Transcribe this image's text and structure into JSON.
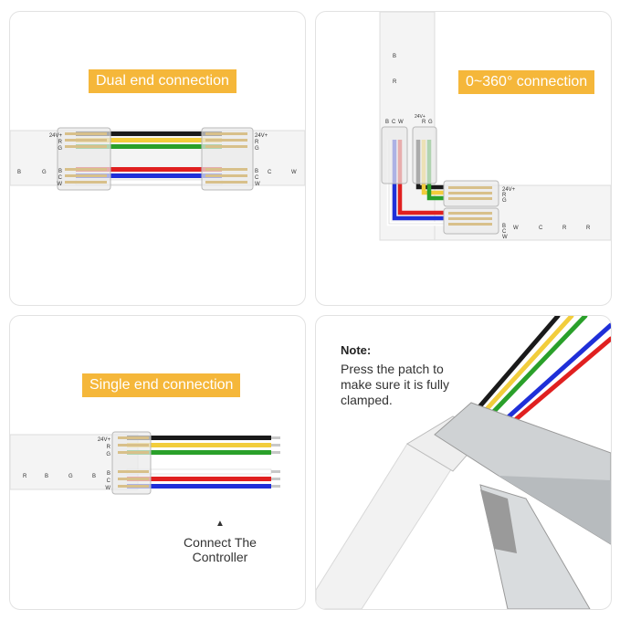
{
  "panels": {
    "dual": {
      "title": "Dual end connection",
      "pins_top": [
        "24V+",
        "R",
        "G"
      ],
      "pins_bottom": [
        "B",
        "C",
        "W"
      ],
      "strip_marks": [
        "B",
        "G",
        "C",
        "W"
      ]
    },
    "angle": {
      "title": "0~360° connection",
      "pins_top": [
        "24V+",
        "R",
        "G"
      ],
      "pins_bottom": [
        "B",
        "C",
        "W"
      ],
      "vertical_pins_left": [
        "B",
        "C",
        "W"
      ],
      "vertical_pins_right": [
        "24V+",
        "R",
        "G"
      ],
      "strip_marks": [
        "B",
        "W",
        "C",
        "R"
      ]
    },
    "single": {
      "title": "Single end connection",
      "pins_top": [
        "24V+",
        "R",
        "G"
      ],
      "pins_bottom": [
        "B",
        "C",
        "W"
      ],
      "strip_marks": [
        "R",
        "B",
        "G"
      ],
      "caption_arrow": "▲",
      "caption": "Connect The Controller"
    },
    "note": {
      "title": "Note:",
      "body": "Press the patch to make sure it is fully clamped."
    }
  },
  "colors": {
    "label_bg": "#f5b73a",
    "wire_black": "#1a1a1a",
    "wire_red": "#e02020",
    "wire_green": "#2aa02a",
    "wire_yellow": "#f2cd3c",
    "wire_blue": "#1f2fd8",
    "wire_white": "#ffffff"
  }
}
